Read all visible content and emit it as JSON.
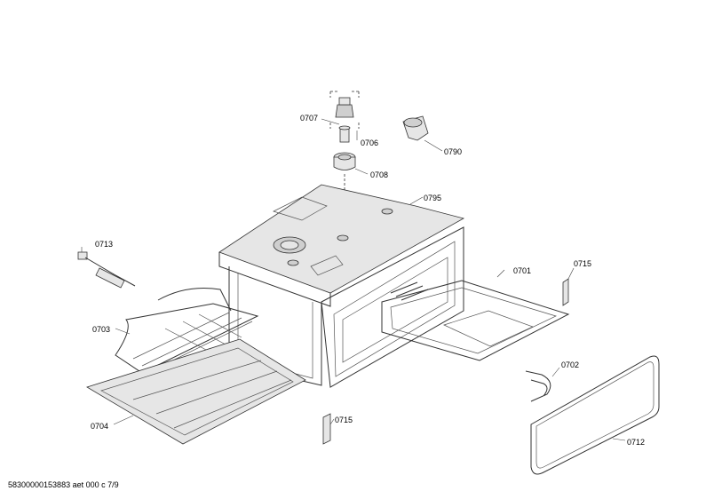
{
  "parts": [
    {
      "id": "p0707",
      "label": "0707"
    },
    {
      "id": "p0706",
      "label": "0706"
    },
    {
      "id": "p0708",
      "label": "0708"
    },
    {
      "id": "p0790",
      "label": "0790"
    },
    {
      "id": "p0795",
      "label": "0795"
    },
    {
      "id": "p0713",
      "label": "0713"
    },
    {
      "id": "p0701",
      "label": "0701"
    },
    {
      "id": "p0715a",
      "label": "0715"
    },
    {
      "id": "p0703",
      "label": "0703"
    },
    {
      "id": "p0702",
      "label": "0702"
    },
    {
      "id": "p0704",
      "label": "0704"
    },
    {
      "id": "p0715b",
      "label": "0715"
    },
    {
      "id": "p0712",
      "label": "0712"
    }
  ],
  "footer": "58300000153883 aet 000 c 7/9"
}
